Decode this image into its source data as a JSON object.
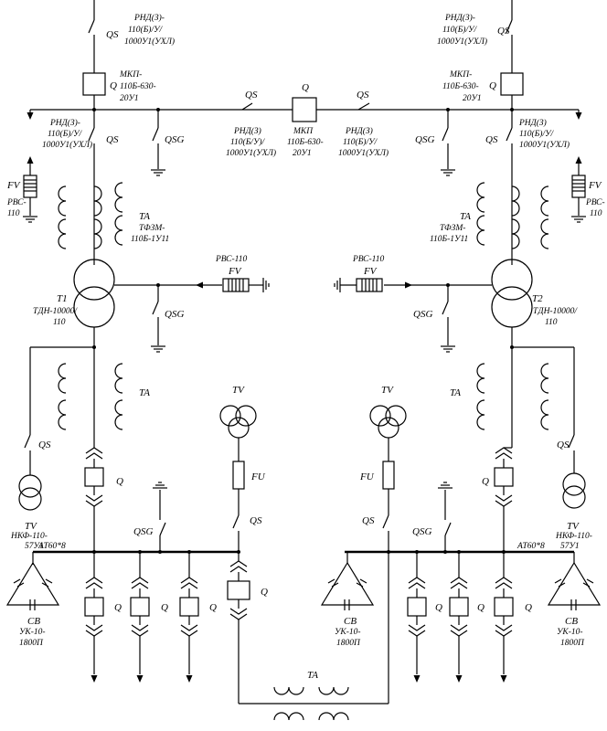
{
  "labels": {
    "qs": "QS",
    "q": "Q",
    "qsg": "QSG",
    "fv": "FV",
    "ta": "TA",
    "tv": "TV",
    "fu": "FU",
    "cb": "CB",
    "t1": "T1",
    "t2": "T2",
    "at": "AT60*8"
  },
  "left_top": {
    "disc_l1": "РНД(З)-",
    "disc_l2": "110(Б)/У/",
    "disc_l3": "1000У1(УХЛ)",
    "brk_l1": "МКП-",
    "brk_l2": "110Б-630-",
    "brk_l3": "20У1",
    "disc2_l1": "РНД(З)-",
    "disc2_l2": "110(Б)/У/",
    "disc2_l3": "1000У1(УХЛ)",
    "arr_l1": "РВС-",
    "arr_l2": "110",
    "ct_l1": "ТФЗМ-",
    "ct_l2": "110Б-1У11"
  },
  "right_top": {
    "disc_l1": "РНД(З)-",
    "disc_l2": "110(Б)/У/",
    "disc_l3": "1000У1(УХЛ)",
    "brk_l1": "МКП-",
    "brk_l2": "110Б-630-",
    "brk_l3": "20У1",
    "disc2_l1": "РНД(З)",
    "disc2_l2": "110(Б)/У/",
    "disc2_l3": "1000У1(УХЛ)",
    "arr_l1": "РВС-",
    "arr_l2": "110",
    "ct_l1": "ТФЗМ-",
    "ct_l2": "110Б-1У11"
  },
  "bridge": {
    "disc_left_l1": "РНД(З)",
    "disc_left_l2": "110(Б/У)/",
    "disc_left_l3": "1000У1(УХЛ)",
    "brk_l1": "МКП",
    "brk_l2": "110Б-630-",
    "brk_l3": "20У1",
    "disc_right_l1": "РНД(З)",
    "disc_right_l2": "110(Б)/У/",
    "disc_right_l3": "1000У1(УХЛ)"
  },
  "transformers": {
    "t1_l1": "ТДН-10000/",
    "t1_l2": "110",
    "t2_l1": "ТДН-10000/",
    "t2_l2": "110",
    "arr_l1": "РВС-110",
    "arr_r1": "РВС-110"
  },
  "vt": {
    "left_l1": "НКФ-110-",
    "left_l2": "57У1",
    "right_l1": "НКФ-110-",
    "right_l2": "57У1"
  },
  "caps": {
    "left_l1": "УК-10-",
    "left_l2": "1800П",
    "mid_l1": "УК-10-",
    "mid_l2": "1800П",
    "right_l1": "УК-10-",
    "right_l2": "1800П"
  }
}
